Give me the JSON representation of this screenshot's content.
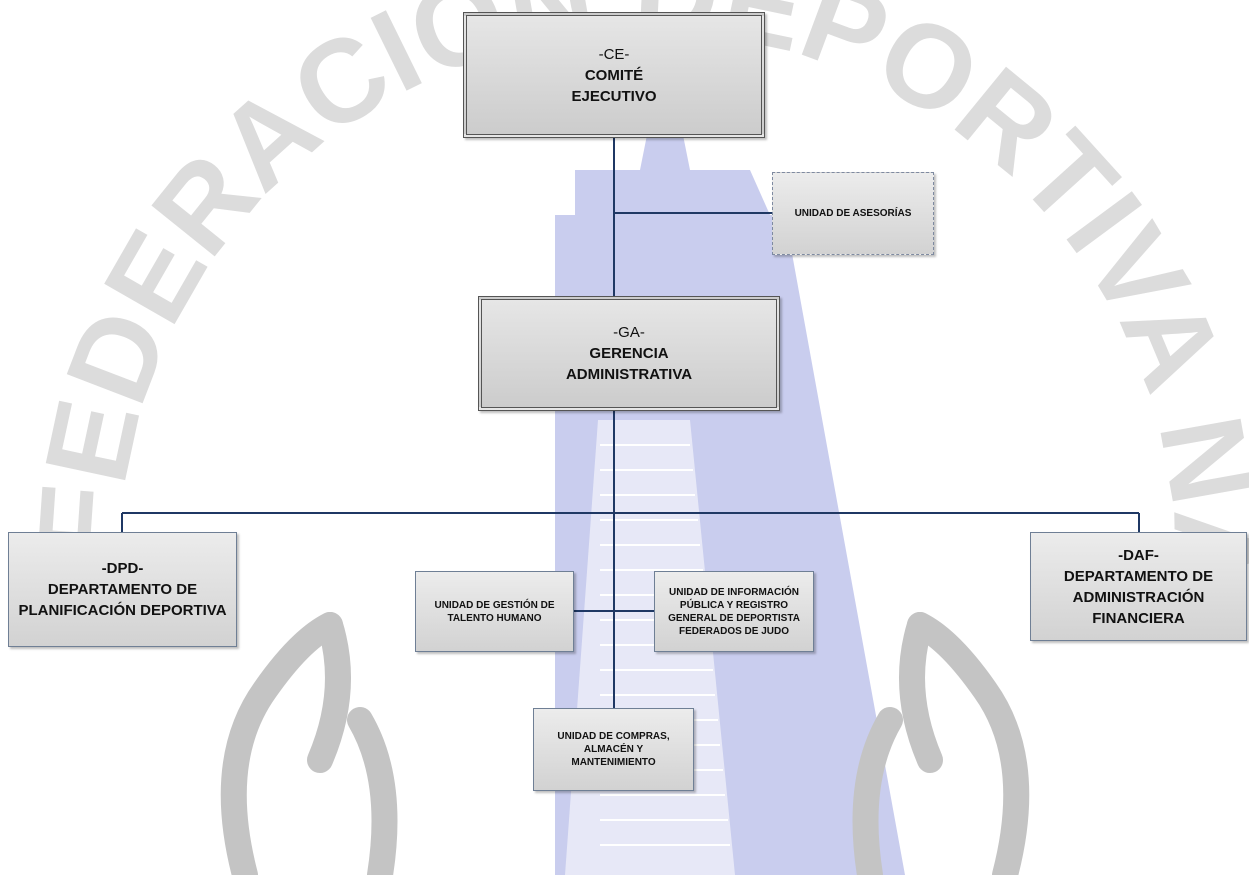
{
  "watermark": {
    "arc_text": "FEDERACIÓN DEPORTIVA NACIONAL",
    "colors": {
      "letters": "#dcdcdc",
      "pyramid": "#c9cdee",
      "figures": "#c4c4c4"
    }
  },
  "colors": {
    "connector": "#1f3864",
    "box_fill_top": "#ececec",
    "box_fill_bottom": "#d2d2d2",
    "box_border": "#6f7f95"
  },
  "boxes": {
    "ce": {
      "code": "-CE-",
      "line1": "COMITÉ",
      "line2": "EJECUTIVO"
    },
    "asesorias": {
      "label": "UNIDAD DE ASESORÍAS"
    },
    "ga": {
      "code": "-GA-",
      "line1": "GERENCIA",
      "line2": "ADMINISTRATIVA"
    },
    "dpd": {
      "code": "-DPD-",
      "line1": "DEPARTAMENTO DE",
      "line2": "PLANIFICACIÓN DEPORTIVA"
    },
    "talento": {
      "line1": "UNIDAD DE GESTIÓN DE",
      "line2": "TALENTO HUMANO"
    },
    "informacion": {
      "line1": "UNIDAD DE INFORMACIÓN",
      "line2": "PÚBLICA Y REGISTRO",
      "line3": "GENERAL DE DEPORTISTA",
      "line4": "FEDERADOS DE JUDO"
    },
    "compras": {
      "line1": "UNIDAD DE COMPRAS,",
      "line2": "ALMACÉN Y",
      "line3": "MANTENIMIENTO"
    },
    "daf": {
      "code": "-DAF-",
      "line1": "DEPARTAMENTO DE",
      "line2": "ADMINISTRACIÓN",
      "line3": "FINANCIERA"
    }
  }
}
